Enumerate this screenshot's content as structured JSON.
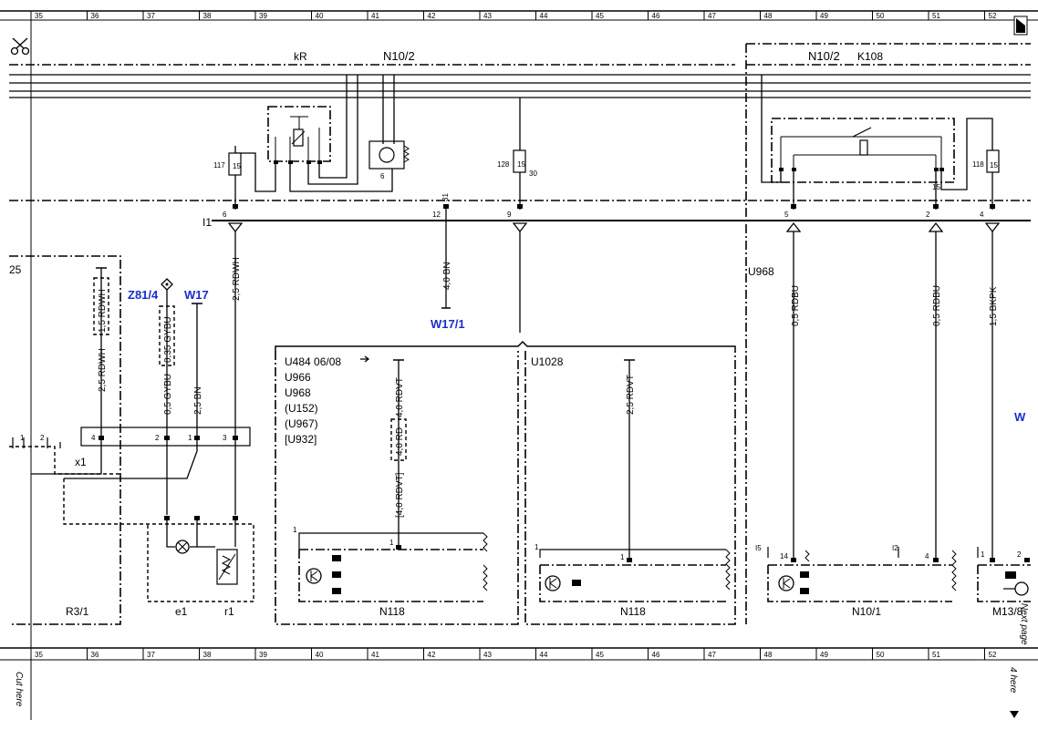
{
  "grid": {
    "columns": [
      "35",
      "36",
      "37",
      "38",
      "39",
      "40",
      "41",
      "42",
      "43",
      "44",
      "45",
      "46",
      "47",
      "48",
      "49",
      "50",
      "51",
      "52"
    ]
  },
  "cut": {
    "label": "Cut here",
    "next_page": "4 ",
    "next_word": "here",
    "next_page_text": "Next page"
  },
  "modules": {
    "kr": "kR",
    "n10_2_left": "N10/2",
    "n10_2_right": "N10/2",
    "k108": "K108"
  },
  "pins": {
    "p117": "117",
    "p15a": "15",
    "p6": "6",
    "p128": "128",
    "p15b": "15",
    "p30": "30",
    "p31": "31",
    "p118": "118",
    "p15c": "15",
    "p15d": "15",
    "bus6": "6",
    "bus12": "12",
    "bus9": "9",
    "bus5": "5",
    "bus2": "2",
    "bus4": "4"
  },
  "bus_label": "I1",
  "wires": {
    "w_25rdwh": "2,5 RDWH",
    "w_40bn": "4,0 BN",
    "w_05rdbu_a": "0,5 RDBU",
    "w_05rdbu_b": "0,5 RDBU",
    "w_15bkpk": "1,5 BKPK",
    "w_15rdwh": "1,5 RDWH",
    "w_25rdwh_b": "2,5 RDWH",
    "w_035gybu": "0,35 GYBU",
    "w_05gybu": "0,5 GYBU",
    "w_25bn": "2,5 BN",
    "w_40rdvt": "4,0 RDVT",
    "w_40rd": "4,0 RD",
    "w_40rdvt_b": "[4,0 RDVT]",
    "w_25rdvt": "2,5 RDVT"
  },
  "refs": {
    "z81": "Z81/4",
    "w17": "W17",
    "w171": "W17/1",
    "w_edge": "W",
    "u968": "U968",
    "sec25": "25"
  },
  "connector_x1": {
    "label": "x1",
    "pins": [
      "1",
      "2",
      "4",
      "2",
      "1",
      "3"
    ]
  },
  "variant_block": {
    "lines": [
      "U484  06/08",
      "U966",
      "U968",
      "(U152)",
      "(U967)",
      "[U932]"
    ],
    "u1028": "U1028"
  },
  "components": {
    "r3_1": "R3/1",
    "e1": "e1",
    "r1": "r1",
    "n118_a": "N118",
    "n118_b": "N118",
    "n10_1": "N10/1",
    "m13_8": "M13/8"
  },
  "comp_pins": {
    "n118a_1": "1",
    "n118a_1b": "1",
    "n118b_1": "1",
    "n118b_1b": "1",
    "n101_i5": "I5",
    "n101_14": "14",
    "n101_i2": "I2",
    "n101_4": "4",
    "m138_1": "1",
    "m138_2": "2"
  }
}
